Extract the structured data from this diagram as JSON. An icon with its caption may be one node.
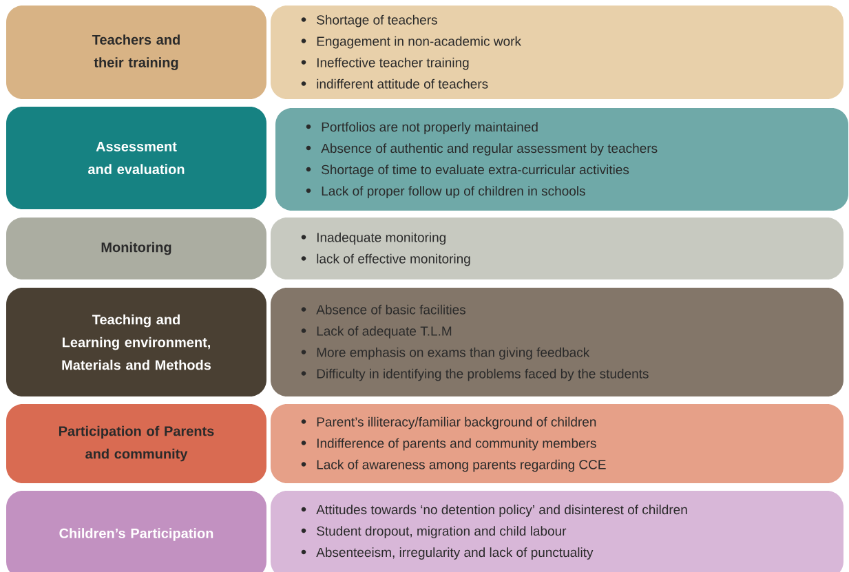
{
  "diagram": {
    "nodes": [
      {
        "text": [
          "Teachers and their training"
        ]
      },
      {
        "text": [
          "Shortage of teachers",
          "Engagement in non-academic work",
          "Ineffective teacher training",
          "indifferent attitude of teachers"
        ]
      },
      {
        "text": [
          "Assessment and evaluation"
        ]
      },
      {
        "text": [
          "Portfolios are not properly maintained",
          "Absence of authentic and regular assessment by teachers",
          "Shortage of time to evaluate extra-curricular activities",
          "Lack of proper follow up of children in schools"
        ]
      },
      {
        "text": [
          "Monitoring"
        ]
      },
      {
        "text": [
          "Inadequate monitoring",
          "lack of effective monitoring"
        ]
      },
      {
        "text": [
          "Teaching and Learning environment, Materials and Methods"
        ]
      },
      {
        "text": [
          "Absence of basic facilities",
          "Lack of adequate T.L.M",
          "More emphasis on exams than giving feedback",
          "Difficulty in identifying the problems faced by the students"
        ]
      },
      {
        "text": [
          "Participation of Parents and community"
        ]
      },
      {
        "text": [
          "Parent’s illiteracy/familiar background of children",
          "Indifference of parents and community members",
          "Lack of awareness among parents regarding CCE"
        ]
      },
      {
        "text": [
          "Children’s Participation"
        ]
      },
      {
        "text": [
          "Attitudes towards ‘no detention policy’ and disinterest of children",
          "Student dropout, migration and child labour",
          "Absenteeism, irregularity and lack of punctuality"
        ]
      }
    ]
  }
}
